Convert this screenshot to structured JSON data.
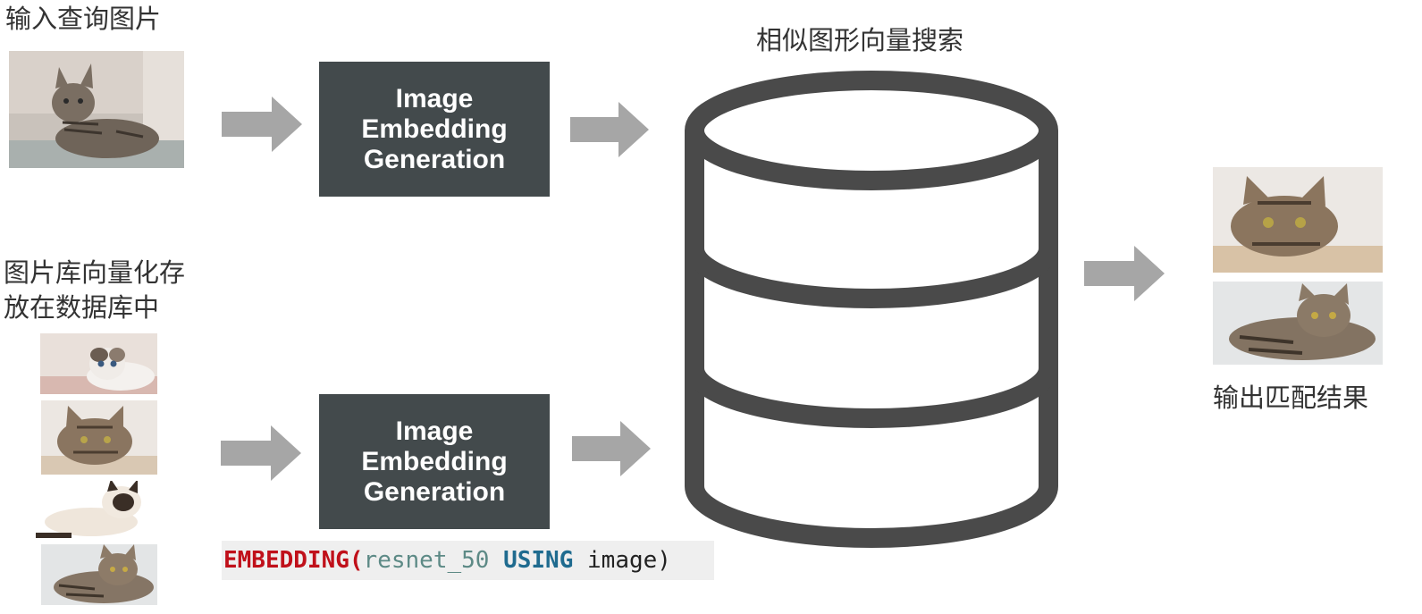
{
  "labels": {
    "query_image": "输入查询图片",
    "library_line1": "图片库向量化存",
    "library_line2": "放在数据库中",
    "similarity_search": "相似图形向量搜索",
    "output_results": "输出匹配结果"
  },
  "embedding_boxes": [
    {
      "text": "Image\nEmbedding\nGeneration"
    },
    {
      "text": "Image\nEmbedding\nGeneration"
    }
  ],
  "code": {
    "func": "EMBEDDING(",
    "model": "resnet_50",
    "keyword": "USING",
    "arg": "image)",
    "colors": {
      "func": "#c0101a",
      "model": "#5d8a86",
      "keyword": "#1f6b8f",
      "arg": "#222222"
    }
  },
  "colors": {
    "box_fill": "#434a4c",
    "arrow_fill": "#a6a6a6",
    "database_stroke": "#4a4a4a",
    "text": "#333333"
  },
  "icons": {
    "database": "database-cylinder-icon",
    "arrow": "right-arrow-icon",
    "photo": "cat-photo"
  }
}
